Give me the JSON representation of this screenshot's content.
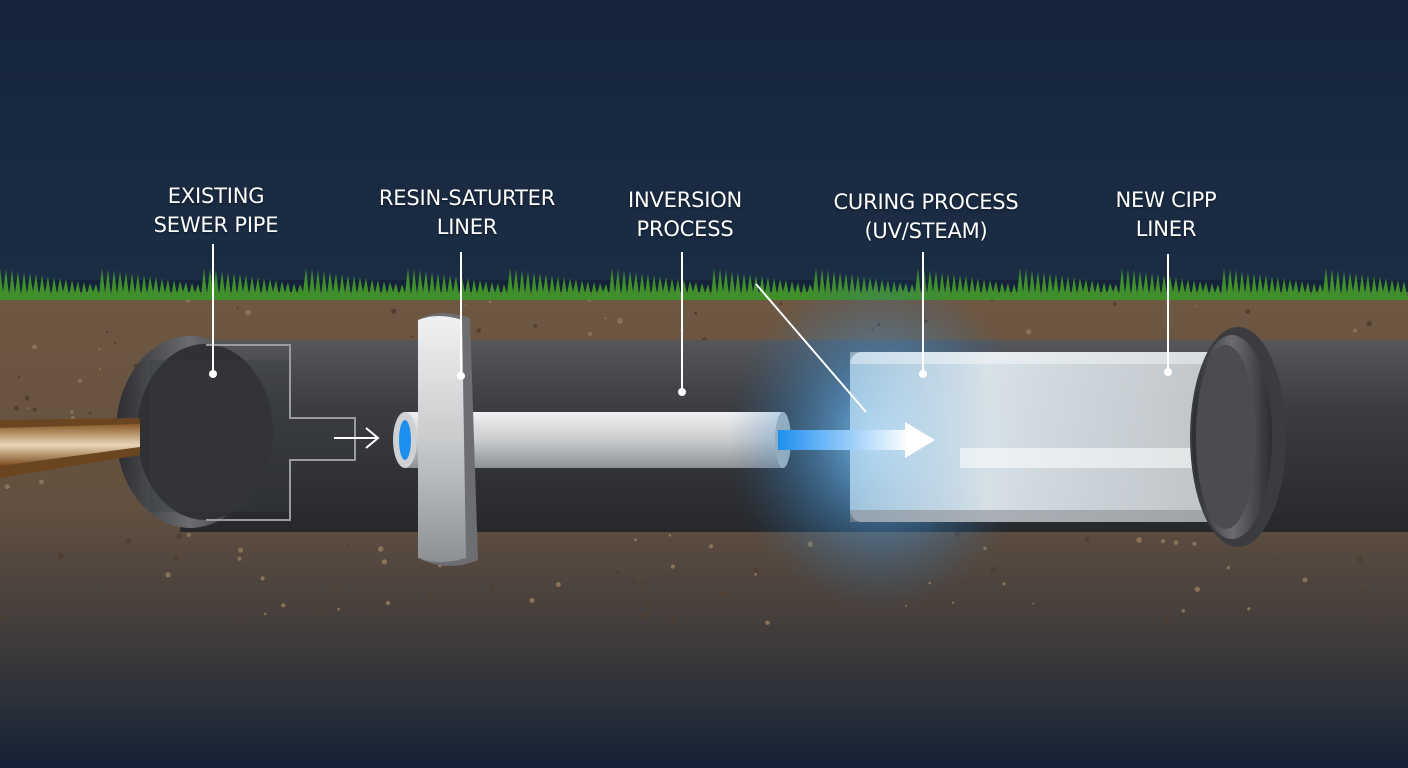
{
  "diagram": {
    "labels": [
      {
        "id": "existing-sewer-pipe",
        "lines": [
          "EXISTING",
          "SEWER PIPE"
        ]
      },
      {
        "id": "resin-saturated-liner",
        "lines": [
          "RESIN-SATURTER",
          "LINER"
        ]
      },
      {
        "id": "inversion-process",
        "lines": [
          "INVERSION",
          "PROCESS"
        ]
      },
      {
        "id": "curing-process",
        "lines": [
          "CURING PROCESS",
          "(UV/STEAM)"
        ]
      },
      {
        "id": "new-cipp-liner",
        "lines": [
          "NEW CIPP",
          "LINER"
        ]
      }
    ],
    "colors": {
      "sky": "#14233a",
      "grass": "#3f8f2a",
      "soil": "#6b5540",
      "pipe": "#3a3c40",
      "liner": "#d2d4d6",
      "cure_glow": "#5fb4f0",
      "leader": "#ffffff"
    }
  }
}
